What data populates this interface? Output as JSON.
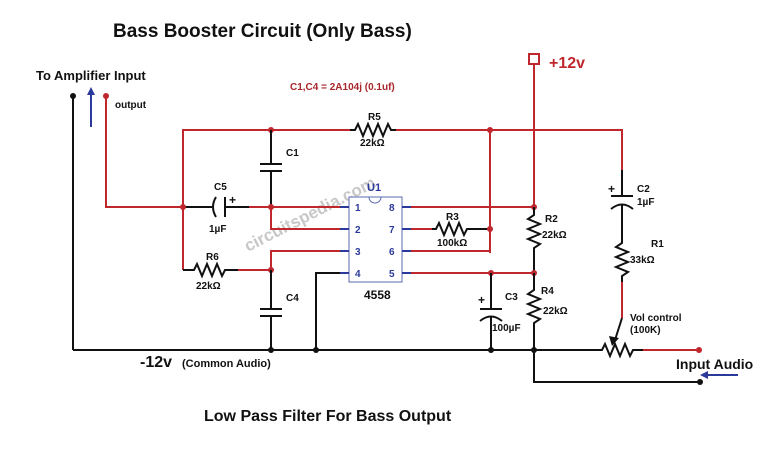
{
  "title": "Bass Booster Circuit (Only Bass)",
  "subtitle": "Low Pass Filter For Bass Output",
  "note": "C1,C4 = 2A104j (0.1uf)",
  "watermark": "circuitspedia.com",
  "labels": {
    "amp_input": "To Amplifier Input",
    "output": "output",
    "supply_pos": "+12v",
    "supply_neg": "-12v",
    "supply_neg_note": "(Common Audio)",
    "input_audio": "Input Audio",
    "vol_control": "Vol control",
    "vol_value": "(100K)"
  },
  "ic": {
    "ref": "U1",
    "part": "4558",
    "pins_left": [
      "1",
      "2",
      "3",
      "4"
    ],
    "pins_right": [
      "8",
      "7",
      "6",
      "5"
    ]
  },
  "components": {
    "R1": {
      "ref": "R1",
      "value": "33kΩ"
    },
    "R2": {
      "ref": "R2",
      "value": "22kΩ"
    },
    "R3": {
      "ref": "R3",
      "value": "100kΩ"
    },
    "R4": {
      "ref": "R4",
      "value": "22kΩ"
    },
    "R5": {
      "ref": "R5",
      "value": "22kΩ"
    },
    "R6": {
      "ref": "R6",
      "value": "22kΩ"
    },
    "C1": {
      "ref": "C1",
      "value": ""
    },
    "C2": {
      "ref": "C2",
      "value": "1µF"
    },
    "C3": {
      "ref": "C3",
      "value": "100µF"
    },
    "C4": {
      "ref": "C4",
      "value": ""
    },
    "C5": {
      "ref": "C5",
      "value": "1µF"
    }
  },
  "colors": {
    "wire_positive": "#c0272d",
    "wire_ground": "#111111",
    "arrow": "#2b3a9a",
    "ic_outline": "#2b3a9a"
  }
}
